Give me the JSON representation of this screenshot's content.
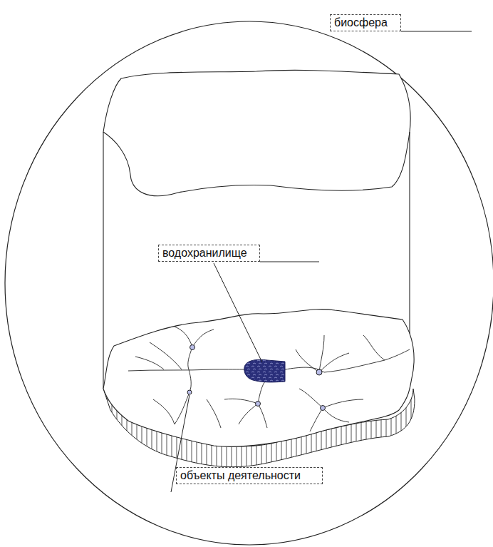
{
  "diagram": {
    "nodes": [
      {
        "text": [
          "биосфера"
        ]
      },
      {
        "text": [
          "водохранилище"
        ]
      },
      {
        "text": [
          "объекты деятельности"
        ]
      }
    ]
  }
}
